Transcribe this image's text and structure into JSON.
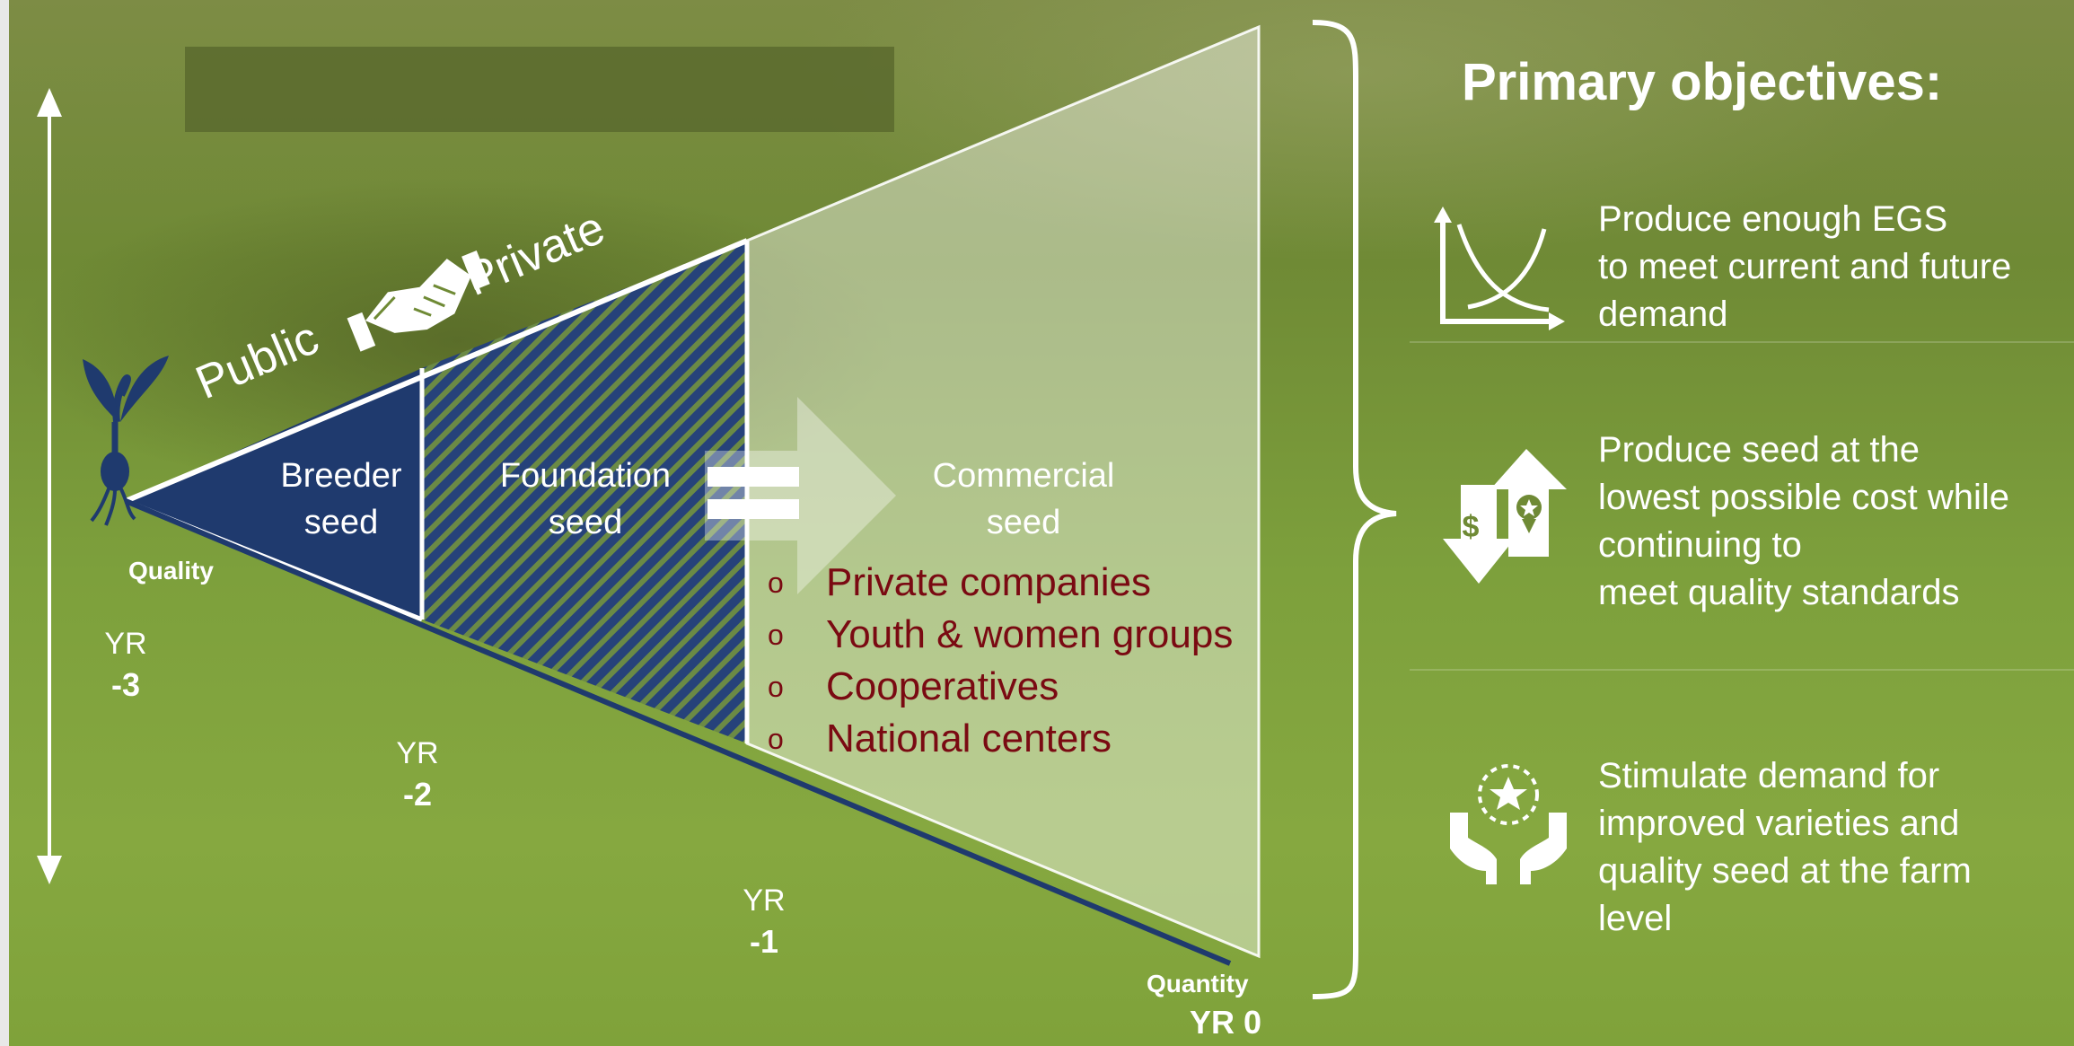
{
  "diagram": {
    "labels": {
      "public": "Public",
      "private": "Private",
      "breeder_line1": "Breeder",
      "breeder_line2": "seed",
      "foundation_line1": "Foundation",
      "foundation_line2": "seed",
      "commercial_line1": "Commercial",
      "commercial_line2": "seed",
      "quality": "Quality",
      "quantity": "Quantity"
    },
    "years": {
      "yr3_top": "YR",
      "yr3_bottom": "-3",
      "yr2_top": "YR",
      "yr2_bottom": "-2",
      "yr1_top": "YR",
      "yr1_bottom": "-1",
      "yr0": "YR 0"
    },
    "producers": [
      "Private companies",
      "Youth &  women groups",
      "Cooperatives",
      "National centers"
    ],
    "bullet": "o"
  },
  "objectives": {
    "title": "Primary objectives:",
    "items": [
      {
        "text": "Produce enough EGS\nto meet current and future\ndemand",
        "icon": "supply-demand-chart-icon"
      },
      {
        "text": "Produce seed at the\nlowest possible cost while\ncontinuing to\nmeet quality standards",
        "icon": "cost-quality-arrows-icon"
      },
      {
        "text": "Stimulate demand for\nimproved varieties and\nquality seed at the farm\nlevel",
        "icon": "hands-star-icon"
      }
    ]
  },
  "colors": {
    "breeder_fill": "#1f3a6e",
    "foundation_hatch": "#26427a",
    "commercial_fill": "rgba(255,255,255,0.42)",
    "producer_text": "#7a0a12",
    "text": "#ffffff"
  }
}
